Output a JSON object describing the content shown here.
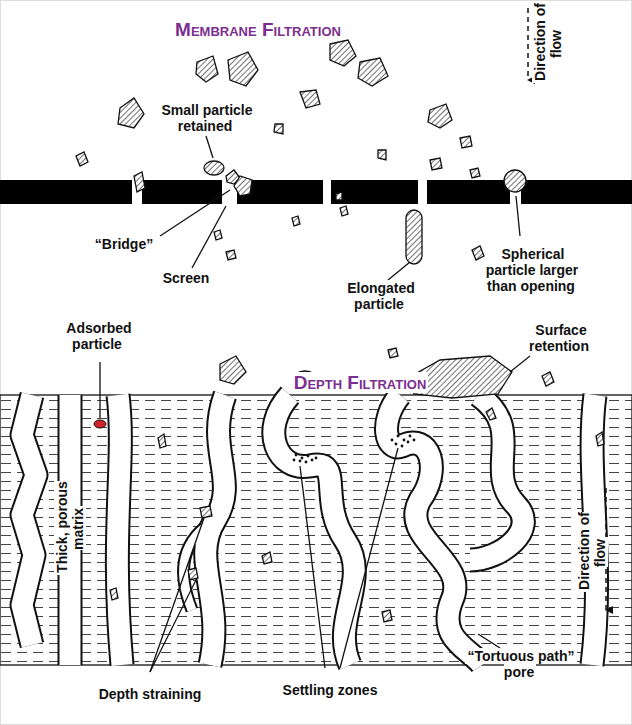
{
  "diagram": {
    "labels": [
      "Membrane Filtration",
      "Direction of flow",
      "Small particle retained",
      "“Bridge”",
      "Screen",
      "Elongated particle",
      "Spherical particle larger than opening",
      "Depth Filtration",
      "Adsorbed particle",
      "Surface retention",
      "Thick, porous matrix",
      "Direction of flow",
      "Depth straining",
      "Settling zones",
      "“Tortuous path” pore"
    ]
  }
}
